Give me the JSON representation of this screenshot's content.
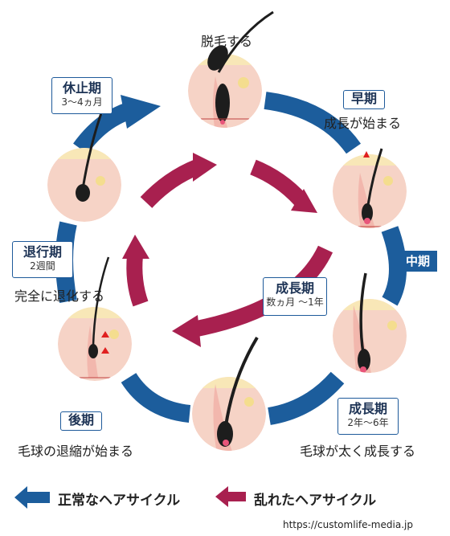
{
  "stages": {
    "shedding": {
      "label": "脱毛する"
    },
    "early": {
      "title": "早期",
      "desc": "成長が始まる"
    },
    "middle": {
      "title": "中期"
    },
    "growth": {
      "title": "成長期",
      "period": "2年〜6年",
      "desc": "毛球が太く成長する"
    },
    "late": {
      "title": "後期",
      "desc": "毛球の退縮が始まる"
    },
    "regression": {
      "title": "退行期",
      "period": "2週間",
      "desc": "完全に退化する"
    },
    "rest": {
      "title": "休止期",
      "period": "3〜4ヵ月"
    }
  },
  "center": {
    "title": "成長期",
    "period": "数ヵ月 〜1年"
  },
  "legend": {
    "normal": {
      "label": "正常なヘアサイクル",
      "color": "#1c5d9c"
    },
    "disrupted": {
      "label": "乱れたヘアサイクル",
      "color": "#a8204f"
    }
  },
  "source": "https://customlife-media.jp",
  "colors": {
    "skin": "#f6d3c6",
    "hair": "#1d1d1d",
    "follicle": "#f2b7ad",
    "papilla": "#e8557a"
  }
}
